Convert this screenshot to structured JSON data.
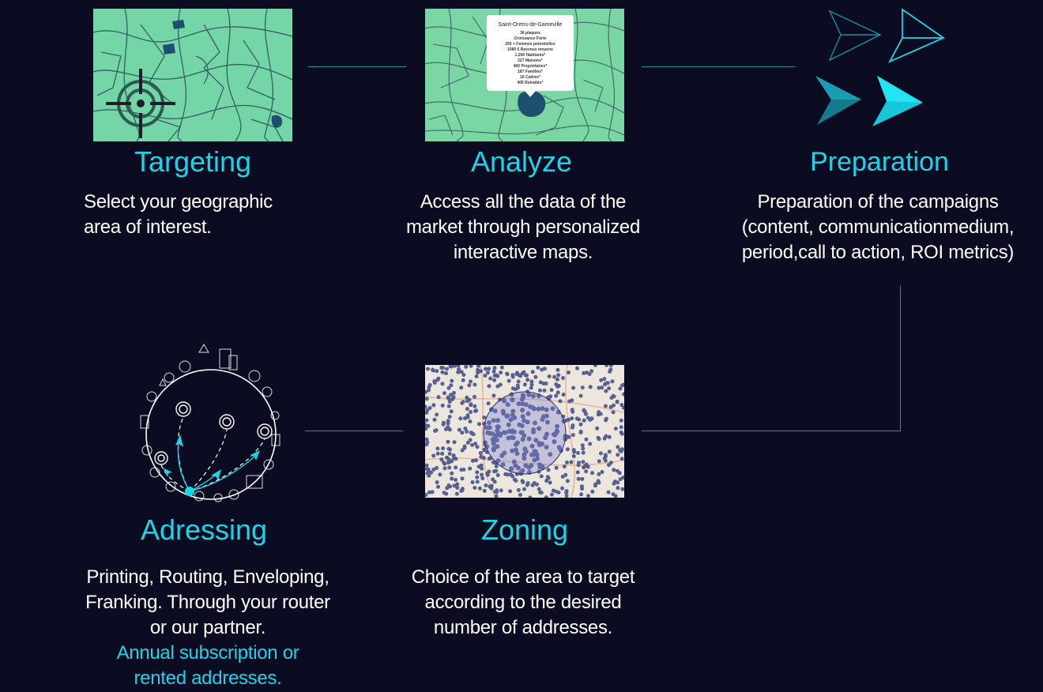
{
  "steps": {
    "targeting": {
      "title": "Targeting",
      "desc_lines": [
        "Select your geographic",
        "area of interest."
      ]
    },
    "analyze": {
      "title": "Analyze",
      "desc_lines": [
        "Access all the data of the",
        "market through personalized",
        "interactive maps."
      ],
      "popup": {
        "place": "Saint-Orens-de-Gameville",
        "lines": [
          "36 plaques",
          "Croissance Forte",
          "250 + Femmes potentielles",
          "1080 € Revenus moyens",
          "1,200 Habitants*",
          "227 Maisons*",
          "400 Propriétaires*",
          "187 Familles*",
          "16 Cadres*",
          "405 Retraités*"
        ]
      }
    },
    "preparation": {
      "title": "Preparation",
      "desc_lines": [
        "Preparation of the campaigns",
        "(content, communicationmedium,",
        "period,call to action, ROI metrics)"
      ]
    },
    "zoning": {
      "title": "Zoning",
      "desc_lines": [
        "Choice of the area to target",
        "according to the desired",
        "number of addresses."
      ]
    },
    "adressing": {
      "title": "Adressing",
      "desc_lines": [
        "Printing, Routing, Enveloping,",
        "Franking. Through your router",
        "or our partner."
      ],
      "highlight_lines": [
        "Annual subscription or",
        "rented addresses."
      ]
    }
  },
  "colors": {
    "background": "#0b0b22",
    "accent": "#1fd3e6",
    "connector": "#2e8f9a",
    "map_green": "#78d8a8",
    "map_dark": "#1d4f6f"
  },
  "icons": {
    "targeting": "crosshair-map-icon",
    "preparation": "paper-plane-icon",
    "adressing": "delivery-route-circle-icon",
    "zoning": "address-density-map-icon"
  }
}
